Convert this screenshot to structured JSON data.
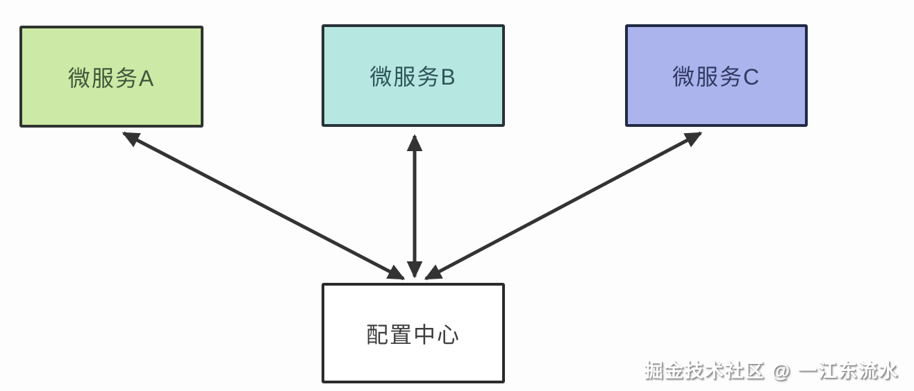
{
  "diagram": {
    "type": "architecture-diagram",
    "nodes": [
      {
        "id": "service-a",
        "label": "微服务A",
        "fill": "#cde9a6",
        "border": "#2f3430",
        "text_color": "#41563b"
      },
      {
        "id": "service-b",
        "label": "微服务B",
        "fill": "#b7e7e1",
        "border": "#27323a",
        "text_color": "#2e555a"
      },
      {
        "id": "service-c",
        "label": "微服务C",
        "fill": "#abb4ec",
        "border": "#212a44",
        "text_color": "#323a63"
      },
      {
        "id": "config-center",
        "label": "配置中心",
        "fill": "#ffffff",
        "border": "#2b2b2b",
        "text_color": "#3d3d3d"
      }
    ],
    "edges": [
      {
        "from": "service-a",
        "to": "config-center",
        "direction": "bidirectional"
      },
      {
        "from": "service-b",
        "to": "config-center",
        "direction": "bidirectional"
      },
      {
        "from": "service-c",
        "to": "config-center",
        "direction": "bidirectional"
      }
    ],
    "edge_color": "#333333",
    "background_color": "#fdfdfd",
    "watermark": "掘金技术社区 @ 一江东流水"
  }
}
